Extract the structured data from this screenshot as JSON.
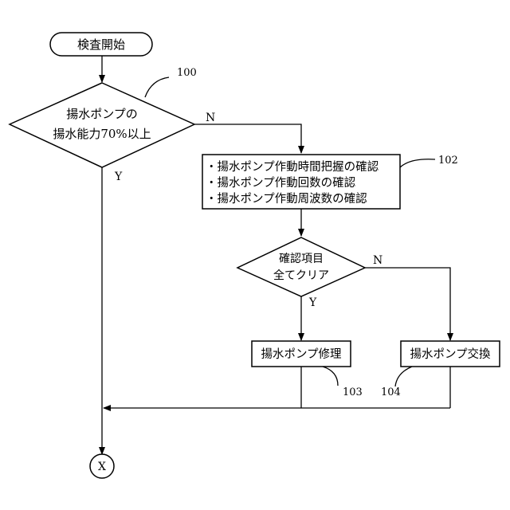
{
  "start": {
    "label": "検査開始"
  },
  "decision1": {
    "line1": "揚水ポンプの",
    "line2": "揚水能力70%以上",
    "ref": "100",
    "yes": "Y",
    "no": "N"
  },
  "check_box": {
    "items": [
      "・揚水ポンプ作動時間把握の確認",
      "・揚水ポンプ作動回数の確認",
      "・揚水ポンプ作動周波数の確認"
    ],
    "ref": "102"
  },
  "decision2": {
    "line1": "確認項目",
    "line2": "全てクリア",
    "yes": "Y",
    "no": "N"
  },
  "repair": {
    "label": "揚水ポンプ修理",
    "ref": "103"
  },
  "replace": {
    "label": "揚水ポンプ交換",
    "ref": "104"
  },
  "end": {
    "label": "X"
  }
}
